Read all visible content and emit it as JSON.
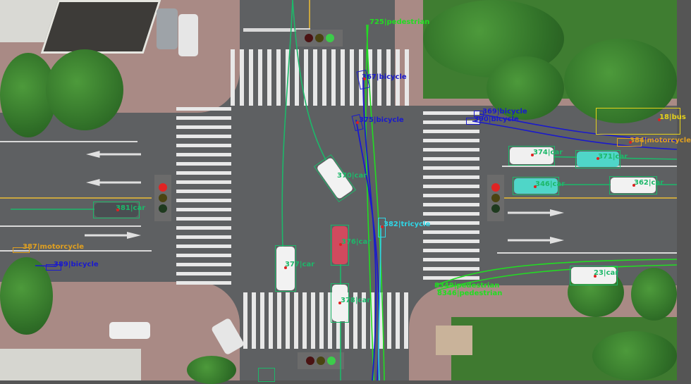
{
  "scene": {
    "type": "aerial intersection traffic tracking view",
    "colors": {
      "car": "#1db86a",
      "bicycle": "#1a1acc",
      "motorcycle": "#e0a020",
      "bus": "#e6d21a",
      "tricycle": "#2fd6e6",
      "pedestrian": "#22dd22",
      "track_point": "#e02020"
    }
  },
  "detections": [
    {
      "id": "725",
      "cls": "pedestrian",
      "label": "725|pedestrian"
    },
    {
      "id": "367",
      "cls": "bicycle",
      "label": "367|bicycle"
    },
    {
      "id": "375",
      "cls": "bicycle",
      "label": "375|bicycle"
    },
    {
      "id": "369",
      "cls": "bicycle",
      "label": "369|bicycle"
    },
    {
      "id": "390",
      "cls": "bicycle",
      "label": "390|bicycle"
    },
    {
      "id": "18",
      "cls": "bus",
      "label": "18|bus"
    },
    {
      "id": "384",
      "cls": "motorcycle",
      "label": "384|motorcycle"
    },
    {
      "id": "374",
      "cls": "car",
      "label": "374|car"
    },
    {
      "id": "371",
      "cls": "car",
      "label": "371|car"
    },
    {
      "id": "346",
      "cls": "car",
      "label": "346|car"
    },
    {
      "id": "362",
      "cls": "car",
      "label": "362|car"
    },
    {
      "id": "370",
      "cls": "car",
      "label": "370|car"
    },
    {
      "id": "382",
      "cls": "tricycle",
      "label": "382|tricycle"
    },
    {
      "id": "381",
      "cls": "car",
      "label": "381|car"
    },
    {
      "id": "387",
      "cls": "motorcycle",
      "label": "387|motorcycle"
    },
    {
      "id": "389",
      "cls": "bicycle",
      "label": "389|bicycle"
    },
    {
      "id": "376",
      "cls": "car",
      "label": "376|car"
    },
    {
      "id": "377",
      "cls": "car",
      "label": "377|car"
    },
    {
      "id": "378",
      "cls": "car",
      "label": "378|car"
    },
    {
      "id": "23",
      "cls": "car",
      "label": "23|car"
    },
    {
      "id": "8349",
      "cls": "pedestrian",
      "label": "8349|pedestrian"
    },
    {
      "id": "8346",
      "cls": "pedestrian",
      "label": "8346|pedestrian"
    }
  ],
  "traffic_lights": [
    {
      "position": "north",
      "state": "green"
    },
    {
      "position": "west",
      "state": "red"
    },
    {
      "position": "east",
      "state": "off"
    },
    {
      "position": "south",
      "state": "green"
    }
  ]
}
